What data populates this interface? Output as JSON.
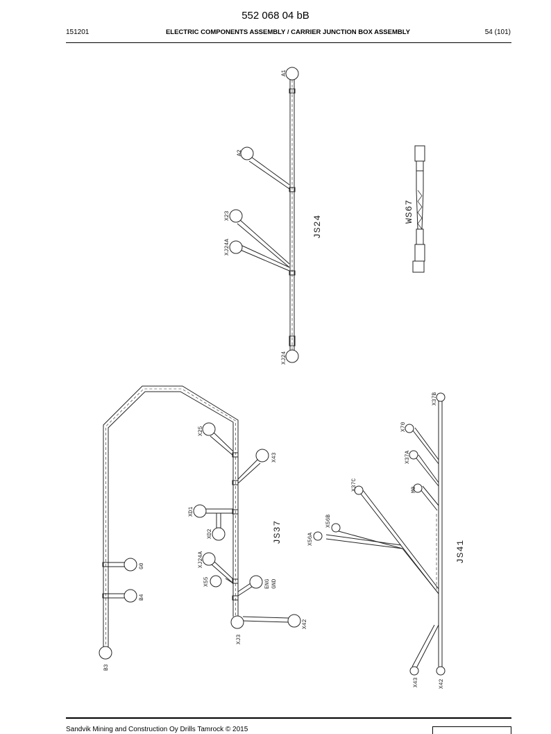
{
  "header": {
    "doc_number": "552 068 04 bB",
    "code": "151201",
    "title": "ELECTRIC COMPONENTS ASSEMBLY / CARRIER JUNCTION BOX ASSEMBLY",
    "page": "54 (101)"
  },
  "footer": {
    "text": "Sandvik Mining and Construction Oy Drills Tamrock © 2015"
  },
  "drawing": {
    "js24": {
      "title": "JS24",
      "connectors": [
        "A1",
        "A2",
        "X23",
        "XJ24A",
        "XJ24"
      ]
    },
    "ws67": {
      "title": "WS67"
    },
    "js37": {
      "title": "JS37",
      "connectors": [
        "X25",
        "X43",
        "XD1",
        "XD2",
        "XJ24A",
        "X55",
        "ENG",
        "GND",
        "X42",
        "XJ3",
        "G0",
        "B4",
        "B3"
      ]
    },
    "js41": {
      "title": "JS41",
      "connectors": [
        "X37B",
        "X70",
        "X37A",
        "M0",
        "X37C",
        "X56B",
        "X56A",
        "X43",
        "X42"
      ]
    }
  }
}
